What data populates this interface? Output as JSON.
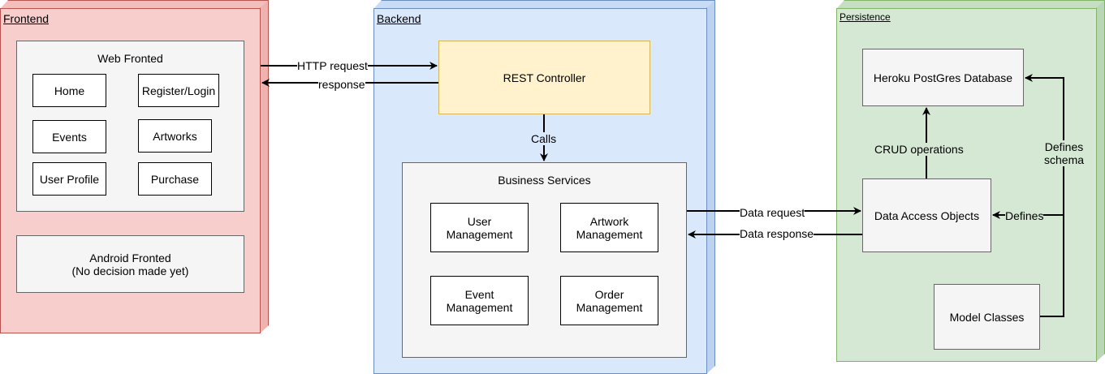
{
  "colors": {
    "frontend_fill": "#f8cecc",
    "frontend_stroke": "#b85450",
    "backend_fill": "#dae8fc",
    "backend_stroke": "#6c8ebf",
    "persistence_fill": "#d5e8d4",
    "persistence_stroke": "#82b366",
    "controller_fill": "#fff2cc",
    "controller_stroke": "#d6b656",
    "box_fill": "#f5f5f5",
    "box_stroke": "#666666"
  },
  "frontend": {
    "title": "Frontend",
    "web": {
      "title": "Web Fronted",
      "pages": [
        "Home",
        "Register/Login",
        "Events",
        "Artworks",
        "User Profile",
        "Purchase"
      ]
    },
    "android": {
      "line1": "Android Fronted",
      "line2": "(No decision made yet)"
    }
  },
  "backend": {
    "title": "Backend",
    "controller": "REST Controller",
    "services": {
      "title": "Business Services",
      "items": [
        {
          "line1": "User",
          "line2": "Management"
        },
        {
          "line1": "Artwork",
          "line2": "Management"
        },
        {
          "line1": "Event",
          "line2": "Management"
        },
        {
          "line1": "Order",
          "line2": "Management"
        }
      ]
    }
  },
  "persistence": {
    "title": "Persistence",
    "database": "Heroku PostGres Database",
    "dao": "Data Access Objects",
    "models": "Model Classes"
  },
  "edges": {
    "http_request": "HTTP request",
    "response": "response",
    "calls": "Calls",
    "data_request": "Data request",
    "data_response": "Data response",
    "crud": "CRUD operations",
    "defines_schema_1": "Defines",
    "defines_schema_2": "schema",
    "defines": "Defines"
  }
}
